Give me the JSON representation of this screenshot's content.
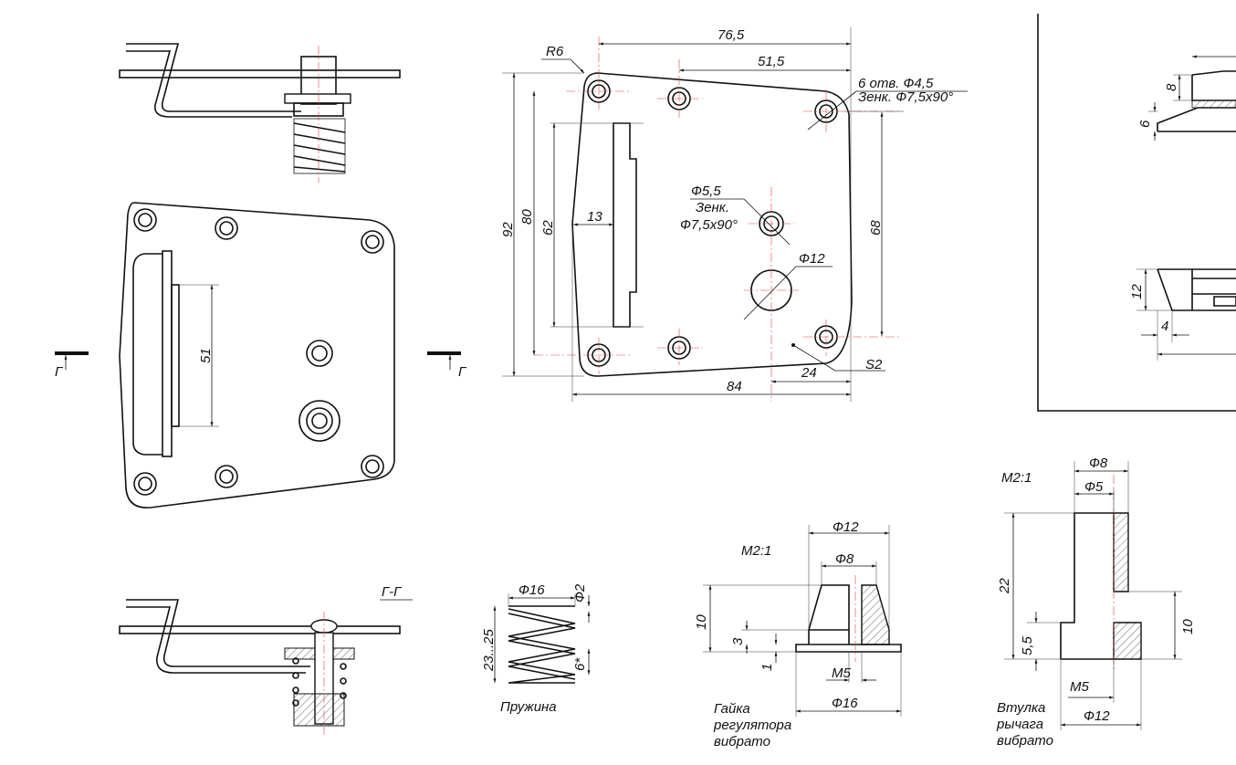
{
  "main_plate": {
    "dim_76_5": "76,5",
    "dim_51_5": "51,5",
    "radius": "R6",
    "holes_note_1": "6 отв. Ф4,5",
    "holes_note_2": "Зенк. Ф7,5x90°",
    "dim_92": "92",
    "dim_80": "80",
    "dim_62": "62",
    "dim_13": "13",
    "center_hole_1": "Ф5,5",
    "center_hole_2": "Зенк.",
    "center_hole_3": "Ф7,5x90°",
    "big_hole": "Ф12",
    "dim_68": "68",
    "thickness": "S2",
    "dim_24": "24",
    "dim_84": "84"
  },
  "assembly": {
    "dim_51": "51",
    "section_mark_left": "Г",
    "section_mark_right": "Г",
    "section_title": "Г-Г"
  },
  "right_frame": {
    "dim_8": "8",
    "dim_6": "6",
    "dim_12": "12",
    "dim_4": "4"
  },
  "spring": {
    "dia": "Ф16",
    "wire": "Ф2",
    "length": "23...25",
    "pitch": "6*",
    "caption": "Пружина"
  },
  "nut": {
    "scale": "M2:1",
    "d12": "Ф12",
    "d8": "Ф8",
    "h10": "10",
    "h3": "3",
    "h1": "1",
    "thread": "M5",
    "d16": "Ф16",
    "caption": [
      "Гайка",
      "регулятора",
      "вибрато"
    ]
  },
  "bushing": {
    "scale": "M2:1",
    "d8": "Ф8",
    "d5": "Ф5",
    "h22": "22",
    "h5_5": "5,5",
    "h10": "10",
    "thread": "M5",
    "d12": "Ф12",
    "caption": [
      "Втулка",
      "рычага",
      "вибрато"
    ]
  }
}
